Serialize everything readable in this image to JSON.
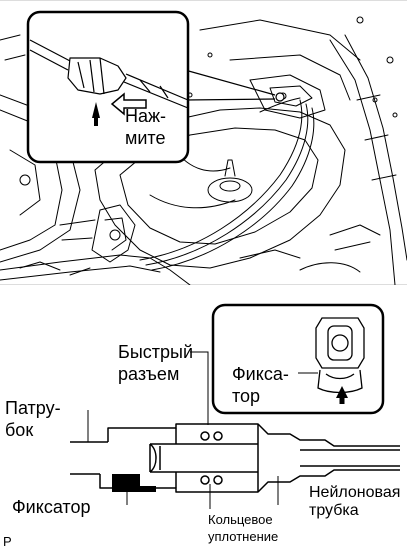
{
  "top_inset": {
    "label_line1": "Наж-",
    "label_line2": "мите"
  },
  "bottom_diagram": {
    "quick_connector_line1": "Быстрый",
    "quick_connector_line2": "разъем",
    "retainer_inset_line1": "Фикса-",
    "retainer_inset_line2": "тор",
    "pipe_line1": "Патру-",
    "pipe_line2": "бок",
    "retainer": "Фиксатор",
    "nylon_tube_line1": "Нейлоновая",
    "nylon_tube_line2": "трубка",
    "o_ring_line1": "Кольцевое",
    "o_ring_line2": "уплотнение"
  },
  "figure_code": "P"
}
